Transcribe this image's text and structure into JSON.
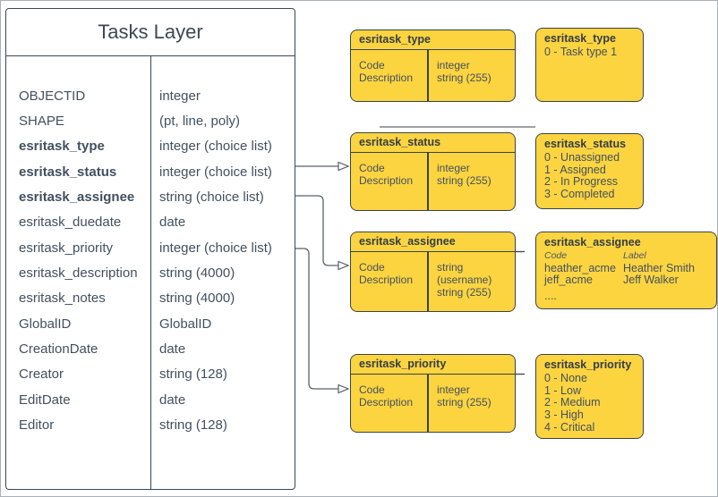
{
  "tasks_layer": {
    "title": "Tasks Layer",
    "fields": [
      {
        "name": "OBJECTID",
        "type": "integer"
      },
      {
        "name": "SHAPE",
        "type": "(pt, line, poly)"
      },
      {
        "name": "esritask_type",
        "type": "integer (choice list)"
      },
      {
        "name": "esritask_status",
        "type": "integer (choice list)"
      },
      {
        "name": "esritask_assignee",
        "type": "string (choice list)"
      },
      {
        "name": "esritask_duedate",
        "type": "date"
      },
      {
        "name": "esritask_priority",
        "type": "integer (choice list)"
      },
      {
        "name": "esritask_description",
        "type": "string (4000)"
      },
      {
        "name": "esritask_notes",
        "type": "string (4000)"
      },
      {
        "name": "GlobalID",
        "type": "GlobalID"
      },
      {
        "name": "CreationDate",
        "type": "date"
      },
      {
        "name": "Creator",
        "type": "string (128)"
      },
      {
        "name": "EditDate",
        "type": "date"
      },
      {
        "name": "Editor",
        "type": "string (128)"
      }
    ]
  },
  "domain_tables": [
    {
      "title": "esritask_type",
      "rows": [
        {
          "field": "Code",
          "type": "integer"
        },
        {
          "field": "Description",
          "type": "string (255)"
        }
      ]
    },
    {
      "title": "esritask_status",
      "rows": [
        {
          "field": "Code",
          "type": "integer"
        },
        {
          "field": "Description",
          "type": "string (255)"
        }
      ]
    },
    {
      "title": "esritask_assignee",
      "rows": [
        {
          "field": "Code",
          "type": "string (username)"
        },
        {
          "field": "Description",
          "type": "string (255)"
        }
      ]
    },
    {
      "title": "esritask_priority",
      "rows": [
        {
          "field": "Code",
          "type": "integer"
        },
        {
          "field": "Description",
          "type": "string (255)"
        }
      ]
    }
  ],
  "value_lists": [
    {
      "title": "esritask_type",
      "values": [
        "0 - Task type 1"
      ]
    },
    {
      "title": "esritask_status",
      "values": [
        "0 - Unassigned",
        "1 - Assigned",
        "2 - In Progress",
        "3 - Completed"
      ]
    },
    {
      "title": "esritask_assignee",
      "columns": [
        "Code",
        "Label"
      ],
      "rows": [
        [
          "heather_acme",
          "Heather Smith"
        ],
        [
          "jeff_acme",
          "Jeff Walker"
        ]
      ],
      "ellipsis": "...."
    },
    {
      "title": "esritask_priority",
      "values": [
        "0 - None",
        "1 - Low",
        "2 - Medium",
        "3 - High",
        "4 - Critical"
      ]
    }
  ],
  "colors": {
    "box_fill": "#FCD440",
    "box_border": "#3A4349",
    "text": "#42505F",
    "connector": "#57616B"
  }
}
